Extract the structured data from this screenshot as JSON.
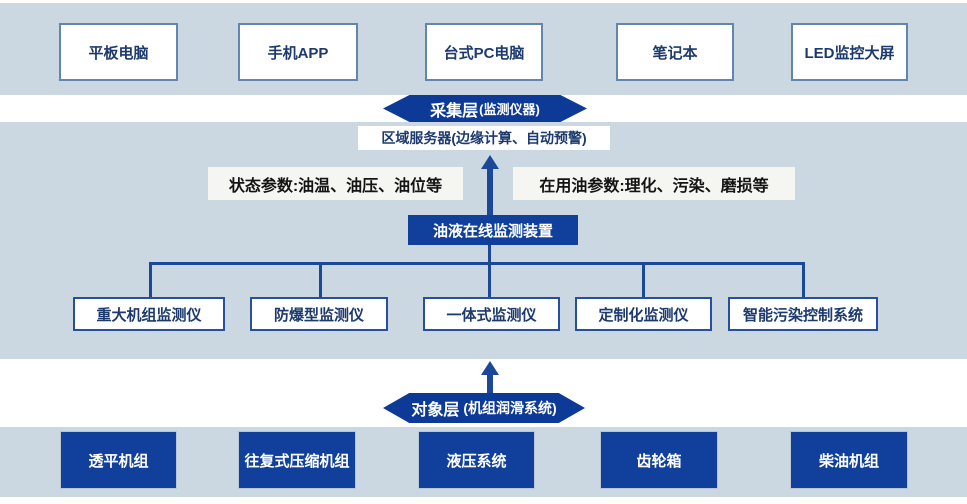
{
  "colors": {
    "band": "#cbd8e1",
    "navy": "#0d3a96",
    "boxfill": "#10409c",
    "line": "#1c4899",
    "border-light": "#6286ad",
    "border-dark": "#24509e",
    "text-navy": "#1d3a6e",
    "label-bg": "#f5f6f2"
  },
  "top_layer": {
    "devices": [
      "平板电脑",
      "手机APP",
      "台式PC电脑",
      "笔记本",
      "LED监控大屏"
    ]
  },
  "collection_layer": {
    "banner_title": "采集层",
    "banner_sub": "(监测仪器)",
    "server": "区域服务器(边缘计算、自动预警)",
    "left_param": "状态参数:油温、油压、油位等",
    "right_param": "在用油参数:理化、污染、磨损等",
    "device": "油液在线监测装置",
    "monitors": [
      "重大机组监测仪",
      "防爆型监测仪",
      "一体式监测仪",
      "定制化监测仪",
      "智能污染控制系统"
    ]
  },
  "object_layer": {
    "banner_title": "对象层",
    "banner_sub": "(机组润滑系统)",
    "equipment": [
      "透平机组",
      "往复式压缩机组",
      "液压系统",
      "齿轮箱",
      "柴油机组"
    ]
  }
}
